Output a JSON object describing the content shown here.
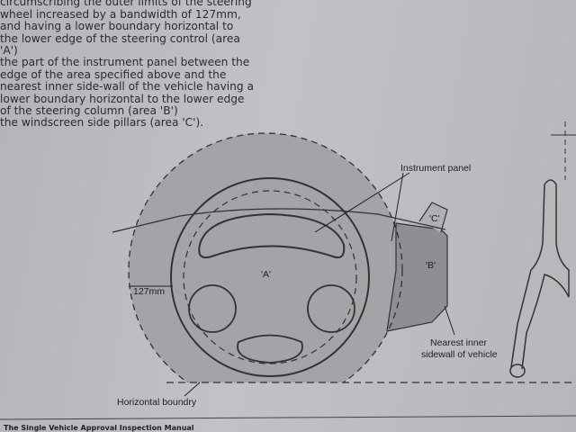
{
  "text": {
    "item_a_lines": [
      "circumscribing the outer limits of the steering",
      "wheel increased by a bandwidth of 127mm,",
      "and having a lower boundary horizontal to",
      "the lower edge of the steering control (area",
      "'A')"
    ],
    "item_b_lines": [
      "the part of the instrument panel between the",
      "edge of the area specified above and the",
      "nearest inner side-wall of the vehicle having a",
      "lower boundary horizontal to the lower edge",
      "of the steering column (area 'B')"
    ],
    "item_c_line": "the windscreen side pillars (area 'C')."
  },
  "diagram": {
    "label_instrument_panel": "Instrument panel",
    "label_area_a": "'A'",
    "label_area_b": "'B'",
    "label_area_c": "'C'",
    "label_bandwidth": "127mm",
    "label_sidewall_1": "Nearest inner",
    "label_sidewall_2": "sidewall of vehicle",
    "label_horizontal": "Horizontal boundry"
  },
  "footer": {
    "title": "The Single Vehicle Approval Inspection Manual"
  }
}
